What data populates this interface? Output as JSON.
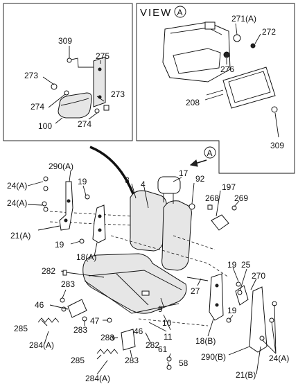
{
  "view": {
    "title": "VIEW",
    "marker": "A"
  },
  "labels": {
    "l0": "309",
    "l1": "275",
    "l2": "273",
    "l3": "273",
    "l4": "274",
    "l5": "274",
    "l6": "100",
    "l7": "271(A)",
    "l8": "272",
    "l9": "276",
    "l10": "208",
    "l11": "309",
    "l12": "290(A)",
    "l13": "17",
    "l14": "24(A)",
    "l15": "24(A)",
    "l16": "19",
    "l17": "3",
    "l18": "4",
    "l19": "92",
    "l20": "197",
    "l21": "268",
    "l22": "269",
    "l23": "21(A)",
    "l24": "19",
    "l25": "18(A)",
    "l26": "282",
    "l27": "25",
    "l28": "19",
    "l29": "270",
    "l30": "27",
    "l31": "283",
    "l32": "46",
    "l33": "9",
    "l34": "19",
    "l35": "47",
    "l36": "10",
    "l37": "285",
    "l38": "283",
    "l39": "46",
    "l40": "11",
    "l41": "283",
    "l42": "18(B)",
    "l43": "284(A)",
    "l44": "282",
    "l45": "61",
    "l46": "290(B)",
    "l47": "285",
    "l48": "283",
    "l49": "58",
    "l50": "24(A)",
    "l51": "284(A)",
    "l52": "21(B)"
  }
}
